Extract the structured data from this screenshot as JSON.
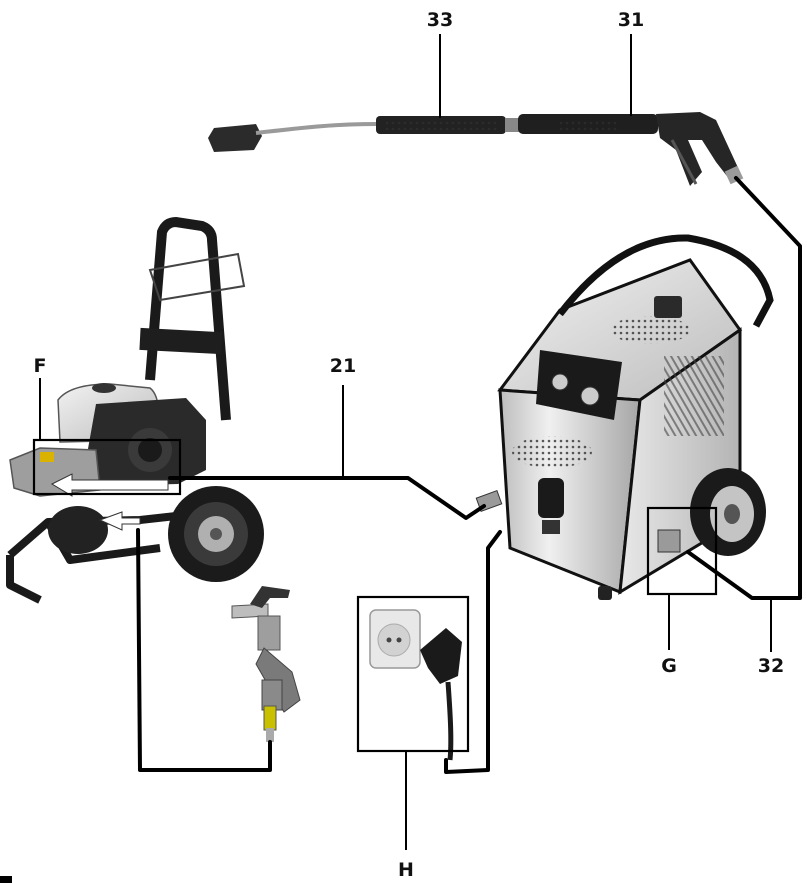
{
  "labels": {
    "f": "F",
    "g": "G",
    "h": "H",
    "n21": "21",
    "n31": "31",
    "n32": "32",
    "n33": "33"
  },
  "colors": {
    "steel_light": "#d9d9d9",
    "steel_mid": "#a8a8a8",
    "steel_dark": "#6e6e6e",
    "frame_black": "#1a1a1a",
    "line": "#000000"
  }
}
